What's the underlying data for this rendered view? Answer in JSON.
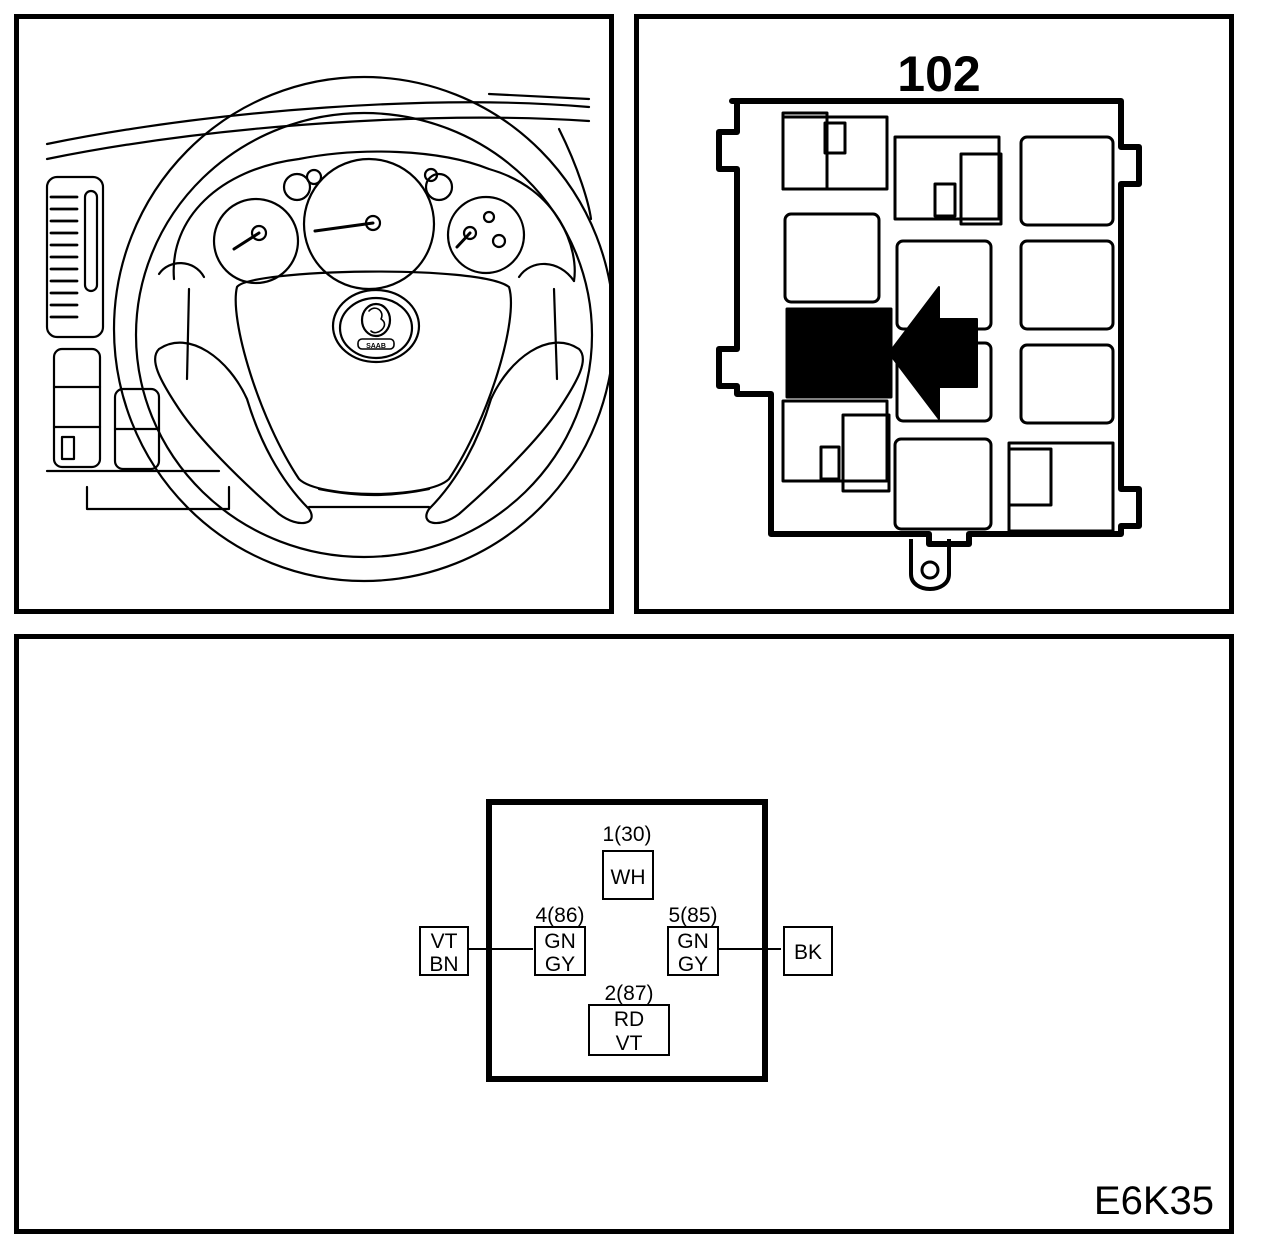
{
  "fusebox": {
    "number": "102"
  },
  "steering": {
    "badge": "SAAB"
  },
  "connector": {
    "pins": {
      "pin1": {
        "id": "1(30)",
        "wire": [
          "WH"
        ]
      },
      "pin4": {
        "id": "4(86)",
        "wire": [
          "GN",
          "GY"
        ]
      },
      "pin5": {
        "id": "5(85)",
        "wire": [
          "GN",
          "GY"
        ]
      },
      "pin2": {
        "id": "2(87)",
        "wire": [
          "RD",
          "VT"
        ]
      }
    },
    "external_left": [
      "VT",
      "BN"
    ],
    "external_right": [
      "BK"
    ]
  },
  "figure_code": "E6K35"
}
